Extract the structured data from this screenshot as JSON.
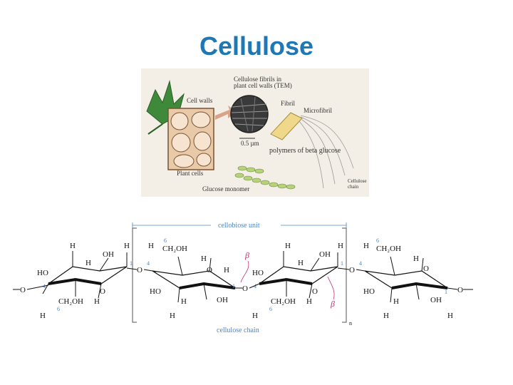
{
  "title": "Cellulose",
  "figure": {
    "labels": {
      "fibrils": "Cellulose fibrils in",
      "fibrils2": "plant cell walls (TEM)",
      "cell_walls": "Cell walls",
      "fibril": "Fibril",
      "microfibril": "Microfibril",
      "scale": "0.5 µm",
      "polymers": "polymers of beta glucose",
      "plant_cells": "Plant cells",
      "glucose": "Glucose monomer",
      "chain": "Cellulose",
      "chain2": "chain"
    }
  },
  "chem": {
    "cellobiose_unit": "cellobiose unit",
    "cellulose_chain": "cellulose chain",
    "beta": "β",
    "subscript_n": "n",
    "atoms": {
      "H": "H",
      "OH": "OH",
      "HO": "HO",
      "O": "O",
      "CH2OH": "CH₂OH"
    },
    "numbers": {
      "n1": "1",
      "n4": "4",
      "n6": "6"
    }
  },
  "colors": {
    "title": "#1f77b4",
    "annotation": "#4a86c8",
    "beta": "#c0307a"
  }
}
